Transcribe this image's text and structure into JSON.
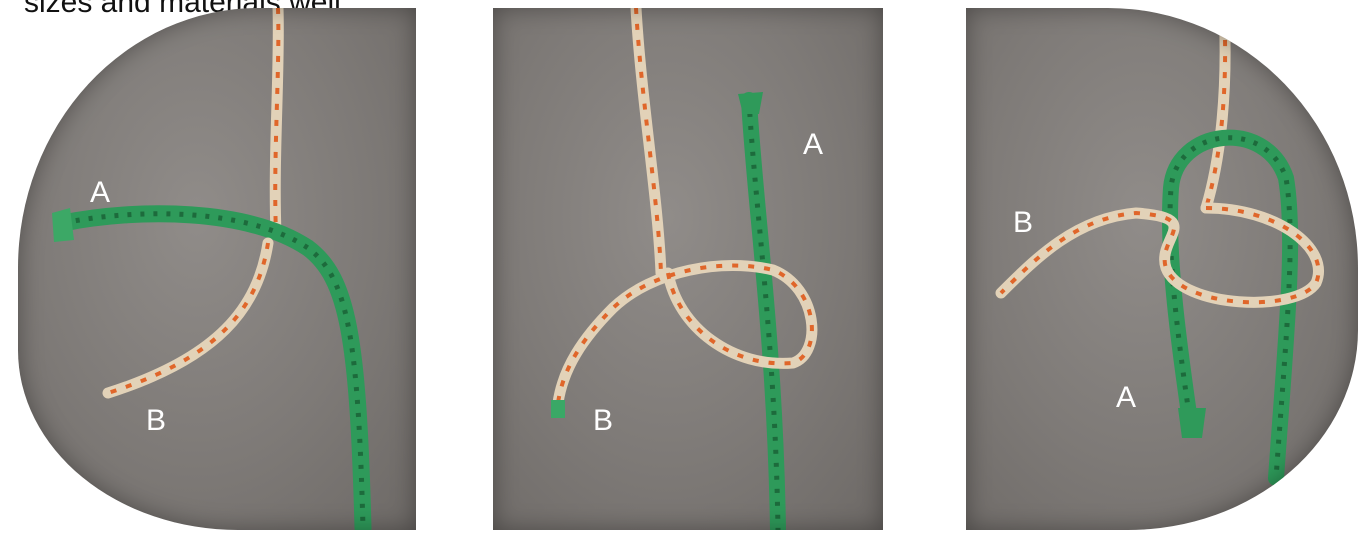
{
  "caption": "sizes and materials well.",
  "panels": [
    {
      "label_a": "A",
      "label_b": "B"
    },
    {
      "label_a": "A",
      "label_b": "B"
    },
    {
      "label_a": "A",
      "label_b": "B"
    }
  ],
  "colors": {
    "board": "#858180",
    "green_rope": "#2e9a5a",
    "green_rope_dark": "#1d6b3c",
    "tan_rope": "#e2d2b8",
    "tan_fleck": "#e0662a"
  }
}
